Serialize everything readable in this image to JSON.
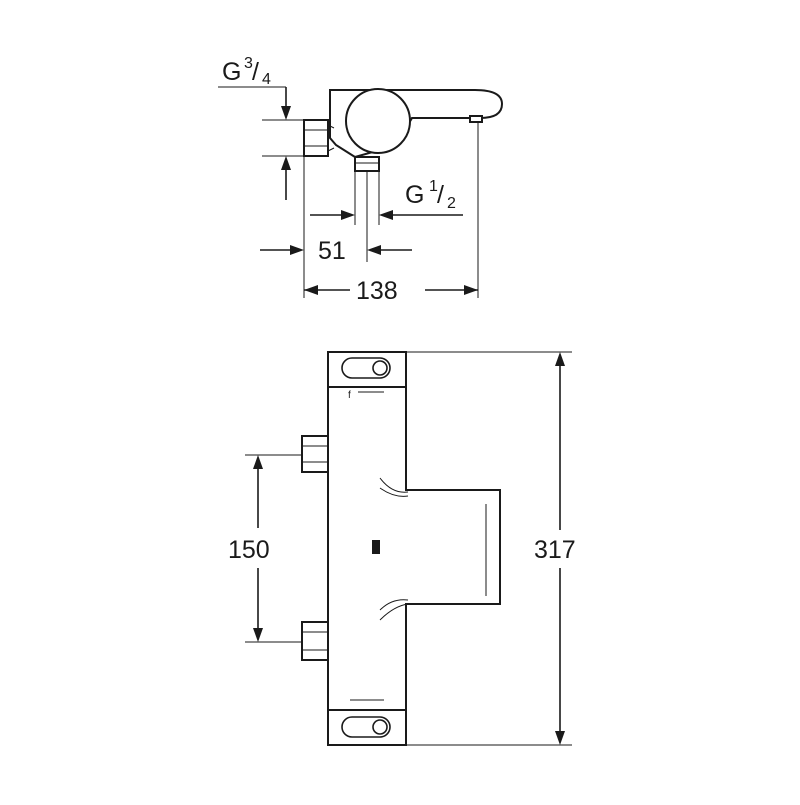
{
  "drawing": {
    "top_view": {
      "inlet_thread": {
        "prefix": "G",
        "numerator": "3",
        "denominator": "4"
      },
      "outlet_thread": {
        "prefix": "G",
        "numerator": "1",
        "denominator": "2"
      },
      "dim_offset": "51",
      "dim_depth": "138"
    },
    "front_view": {
      "dim_centers": "150",
      "dim_height": "317"
    }
  },
  "colors": {
    "line": "#1a1a1a",
    "background": "#ffffff"
  }
}
